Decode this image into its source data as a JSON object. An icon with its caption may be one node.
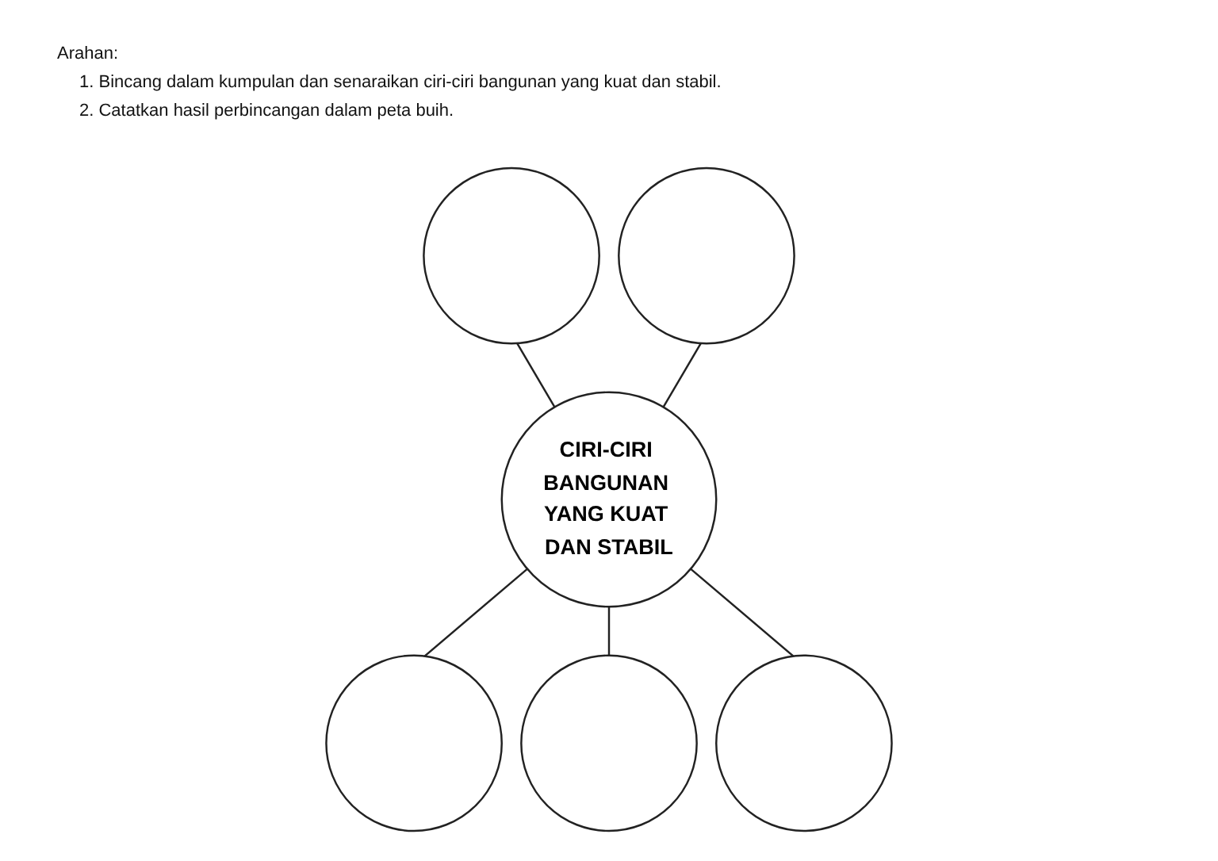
{
  "diagram": {
    "nodes": [
      {
        "text": [],
        "shape": "circle"
      },
      {
        "text": [],
        "shape": "circle"
      },
      {
        "text": [
          "CIRI-CIRI BANGUNAN YANG KUAT DAN STABIL"
        ]
      },
      {
        "text": [],
        "shape": "circle"
      },
      {
        "text": [],
        "shape": "circle"
      },
      {
        "text": [],
        "shape": "circle"
      }
    ],
    "edges": [
      {
        "from": 0,
        "to": 2,
        "arrow": "none"
      },
      {
        "from": 1,
        "to": 2,
        "arrow": "none"
      },
      {
        "from": 2,
        "to": 3,
        "arrow": "none"
      },
      {
        "from": 2,
        "to": 4,
        "arrow": "none"
      },
      {
        "from": 2,
        "to": 5,
        "arrow": "none"
      }
    ],
    "labels": [
      "Arahan:",
      "1. Bincang dalam kumpulan dan senaraikan ciri-ciri bangunan yang kuat dan stabil.",
      "2. Catatkan hasil perbincangan dalam peta buih."
    ]
  }
}
